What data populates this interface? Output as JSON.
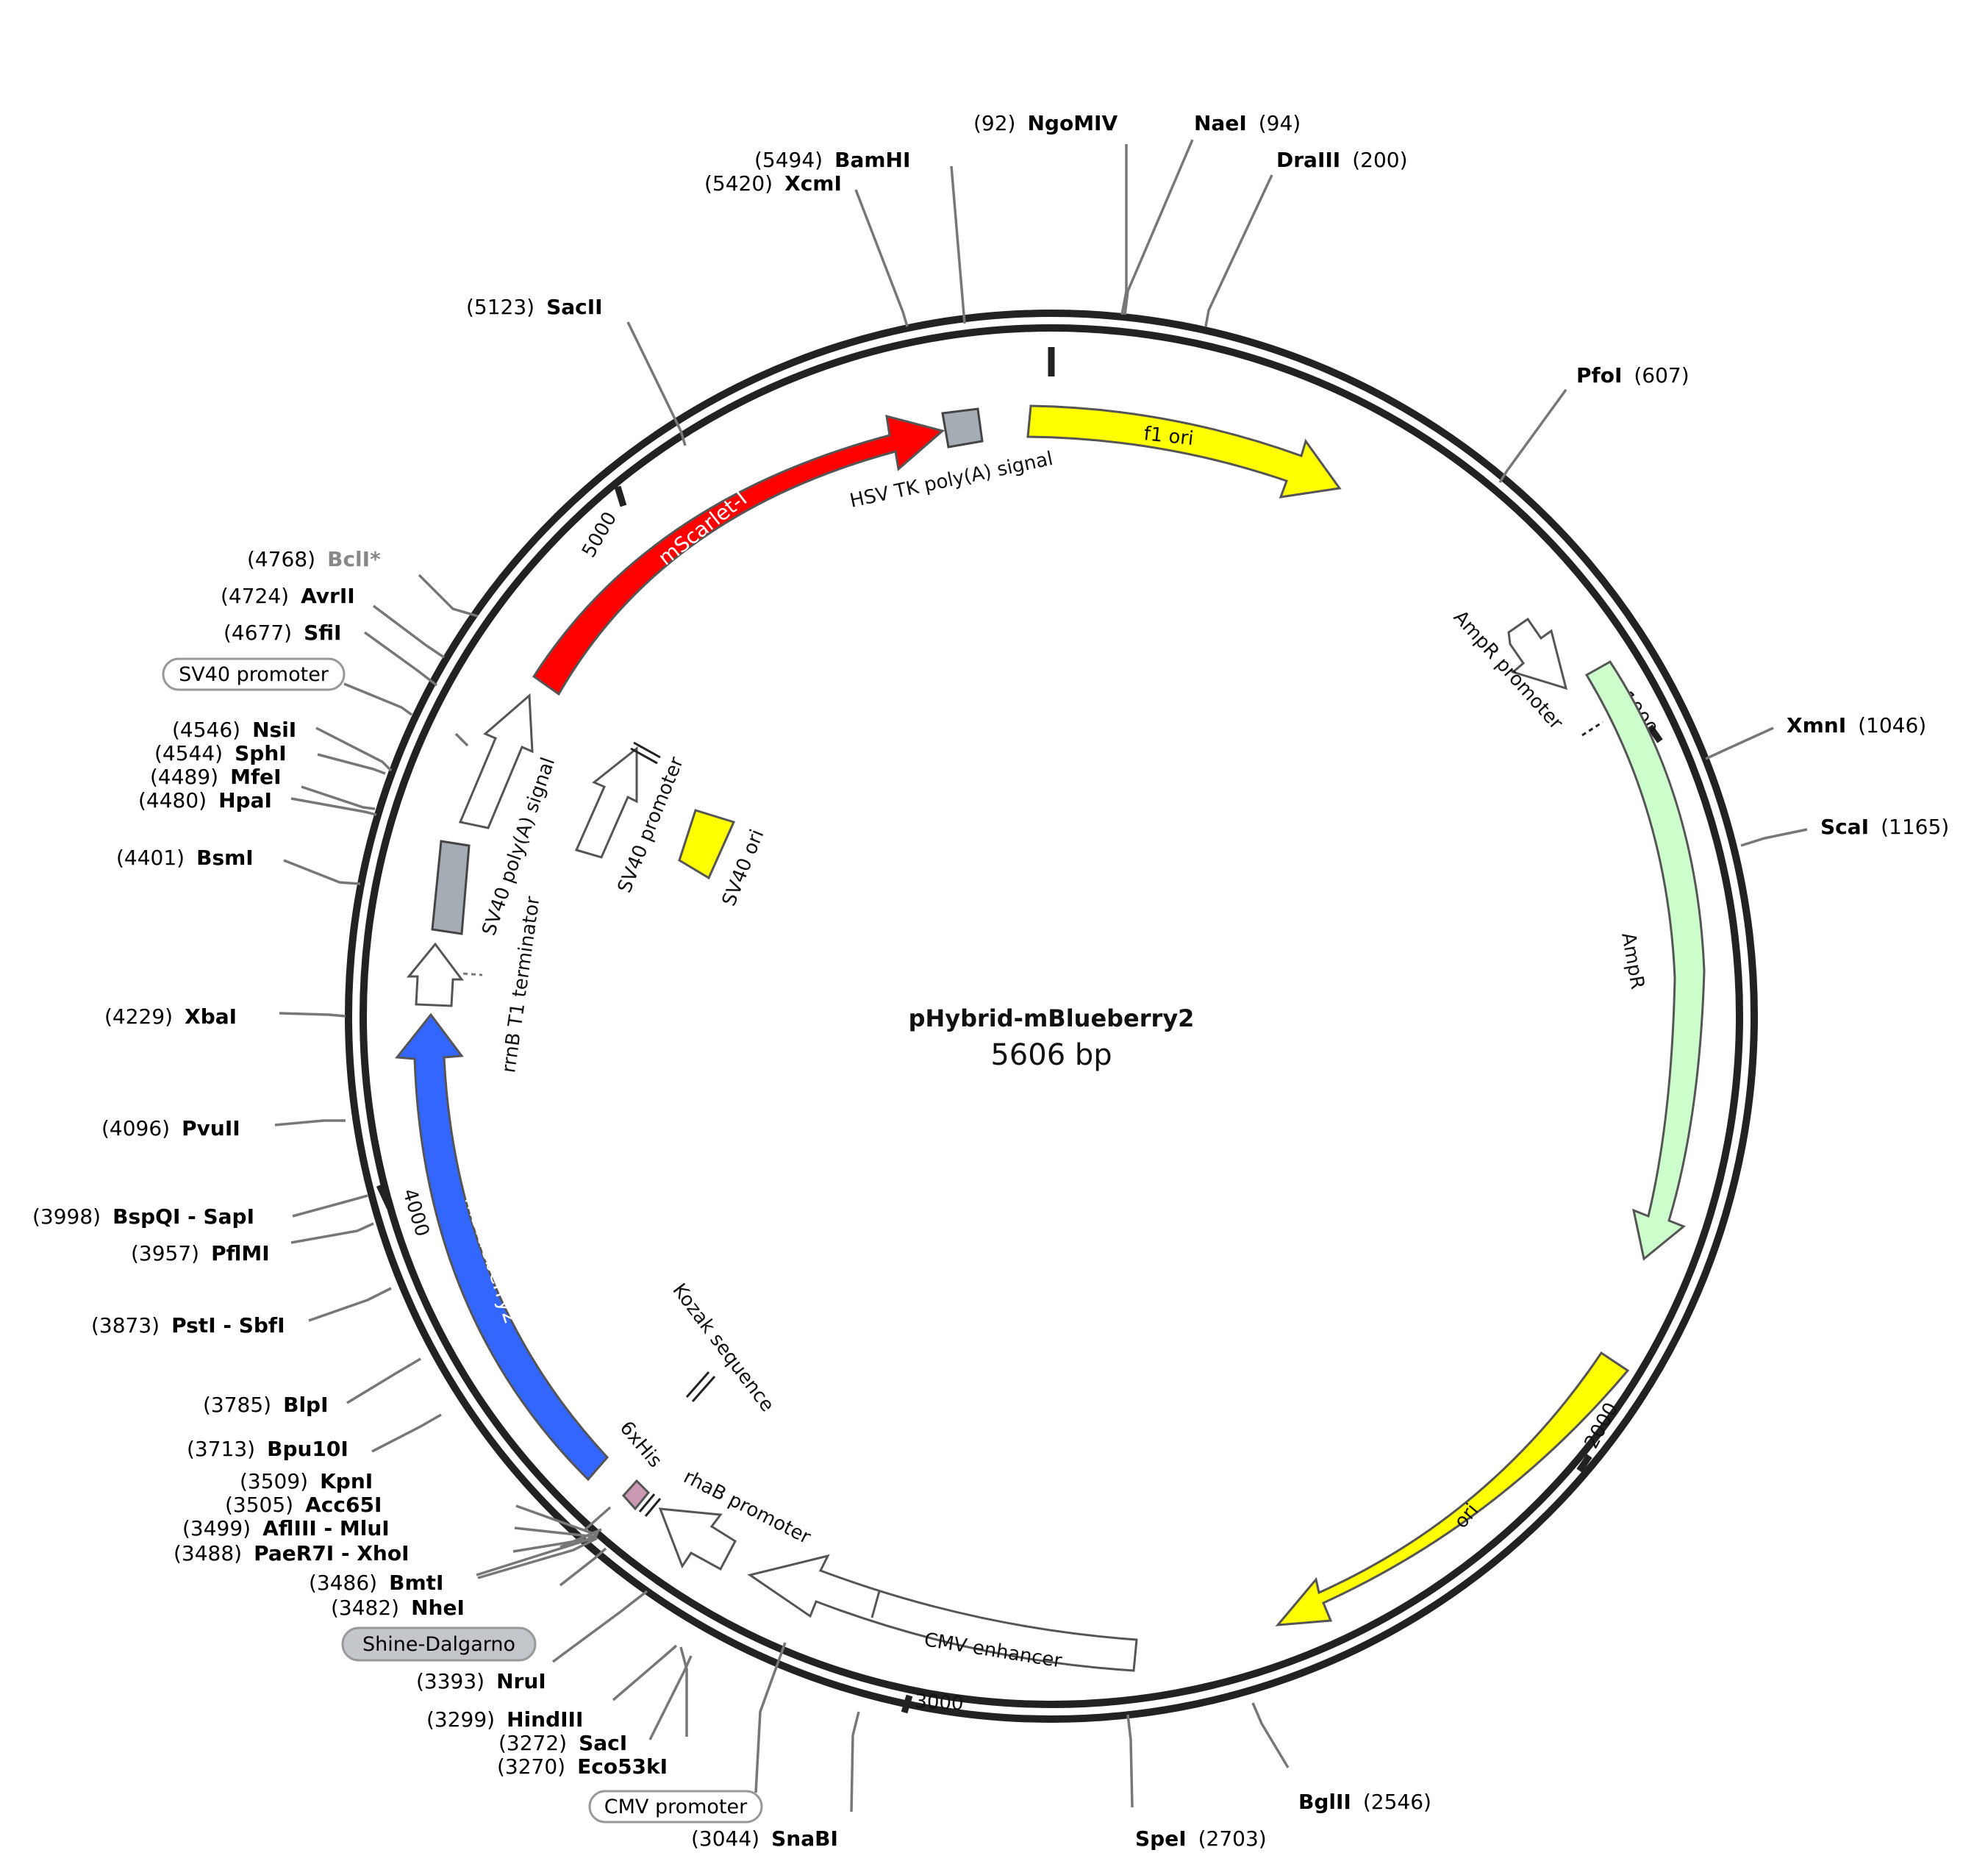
{
  "plasmid": {
    "name": "pHybrid-mBlueberry2",
    "size": "5606 bp"
  },
  "ticks": [
    "1000",
    "2000",
    "3000",
    "4000",
    "5000"
  ],
  "sites": {
    "NgoMIV": {
      "name": "NgoMIV",
      "pos": "(92)"
    },
    "NaeI": {
      "name": "NaeI",
      "pos": "(94)"
    },
    "DraIII": {
      "name": "DraIII",
      "pos": "(200)"
    },
    "BamHI": {
      "name": "BamHI",
      "pos": "(5494)"
    },
    "XcmI": {
      "name": "XcmI",
      "pos": "(5420)"
    },
    "SacII": {
      "name": "SacII",
      "pos": "(5123)"
    },
    "PfoI": {
      "name": "PfoI",
      "pos": "(607)"
    },
    "XmnI": {
      "name": "XmnI",
      "pos": "(1046)"
    },
    "ScaI": {
      "name": "ScaI",
      "pos": "(1165)"
    },
    "BglII": {
      "name": "BglII",
      "pos": "(2546)"
    },
    "SpeI": {
      "name": "SpeI",
      "pos": "(2703)"
    },
    "SnaBI": {
      "name": "SnaBI",
      "pos": "(3044)"
    },
    "Eco53kI": {
      "name": "Eco53kI",
      "pos": "(3270)"
    },
    "SacI": {
      "name": "SacI",
      "pos": "(3272)"
    },
    "HindIII": {
      "name": "HindIII",
      "pos": "(3299)"
    },
    "NruI": {
      "name": "NruI",
      "pos": "(3393)"
    },
    "NheI": {
      "name": "NheI",
      "pos": "(3482)"
    },
    "BmtI": {
      "name": "BmtI",
      "pos": "(3486)"
    },
    "PaeR7I": {
      "name": "PaeR7I - XhoI",
      "pos": "(3488)"
    },
    "AflIII": {
      "name": "AflIII - MluI",
      "pos": "(3499)"
    },
    "Acc65I": {
      "name": "Acc65I",
      "pos": "(3505)"
    },
    "KpnI": {
      "name": "KpnI",
      "pos": "(3509)"
    },
    "Bpu10I": {
      "name": "Bpu10I",
      "pos": "(3713)"
    },
    "BlpI": {
      "name": "BlpI",
      "pos": "(3785)"
    },
    "PstI": {
      "name": "PstI - SbfI",
      "pos": "(3873)"
    },
    "PflMI": {
      "name": "PflMI",
      "pos": "(3957)"
    },
    "BspQI": {
      "name": "BspQI - SapI",
      "pos": "(3998)"
    },
    "PvuII": {
      "name": "PvuII",
      "pos": "(4096)"
    },
    "XbaI": {
      "name": "XbaI",
      "pos": "(4229)"
    },
    "BsmI": {
      "name": "BsmI",
      "pos": "(4401)"
    },
    "HpaI": {
      "name": "HpaI",
      "pos": "(4480)"
    },
    "MfeI": {
      "name": "MfeI",
      "pos": "(4489)"
    },
    "SphI": {
      "name": "SphI",
      "pos": "(4544)"
    },
    "NsiI": {
      "name": "NsiI",
      "pos": "(4546)"
    },
    "SfiI": {
      "name": "SfiI",
      "pos": "(4677)"
    },
    "AvrII": {
      "name": "AvrII",
      "pos": "(4724)"
    },
    "BclI": {
      "name": "BclI*",
      "pos": "(4768)"
    }
  },
  "boxed_labels": {
    "sv40_promoter": "SV40 promoter",
    "shine_dalgarno": "Shine-Dalgarno",
    "cmv_promoter": "CMV promoter"
  },
  "features": {
    "f1ori": "f1 ori",
    "hsv": "HSV TK poly(A) signal",
    "mscarlet": "mScarlet-I",
    "ampr_promoter": "AmpR promoter",
    "ampr": "AmpR",
    "ori": "ori",
    "cmv_enhancer": "CMV enhancer",
    "rhab": "rhaB promoter",
    "his": "6xHis",
    "kozak": "Kozak sequence",
    "mblueberry": "mBlueberry2",
    "rrnb": "rrnB T1 terminator",
    "sv40_polya": "SV40 poly(A) signal",
    "sv40_promoter_inner": "SV40 promoter",
    "sv40_ori": "SV40 ori"
  },
  "colors": {
    "backbone": "#222222",
    "f1_ori": "#ffff00",
    "mscarlet": "#ff0000",
    "ampr": "#ccffcc",
    "mblueberry": "#3366ff",
    "terminator": "#a6acb3",
    "his": "#cc99b2"
  }
}
